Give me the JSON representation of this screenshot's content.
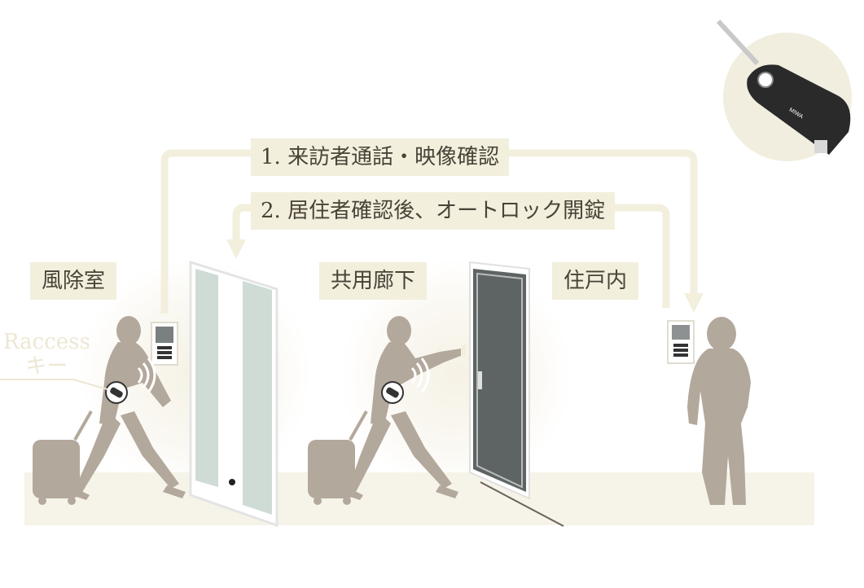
{
  "labels": {
    "windbreak_room": "風除室",
    "common_corridor": "共用廊下",
    "dwelling_interior": "住戸内"
  },
  "steps": {
    "step1": "1. 来訪者通話・映像確認",
    "step2": "2. 居住者確認後、オートロック開錠"
  },
  "key_label": {
    "line1": "Raccess",
    "line2": "キー"
  },
  "key_brand": "MIWA",
  "colors": {
    "figure": "#b3a89c",
    "connector": "#f2efdd",
    "floor": "#f6f3e9",
    "label_bg": "#f2efdd",
    "text": "#4a4237",
    "dark_door": "#5e6463",
    "glass_door": "#cfdcd6"
  }
}
